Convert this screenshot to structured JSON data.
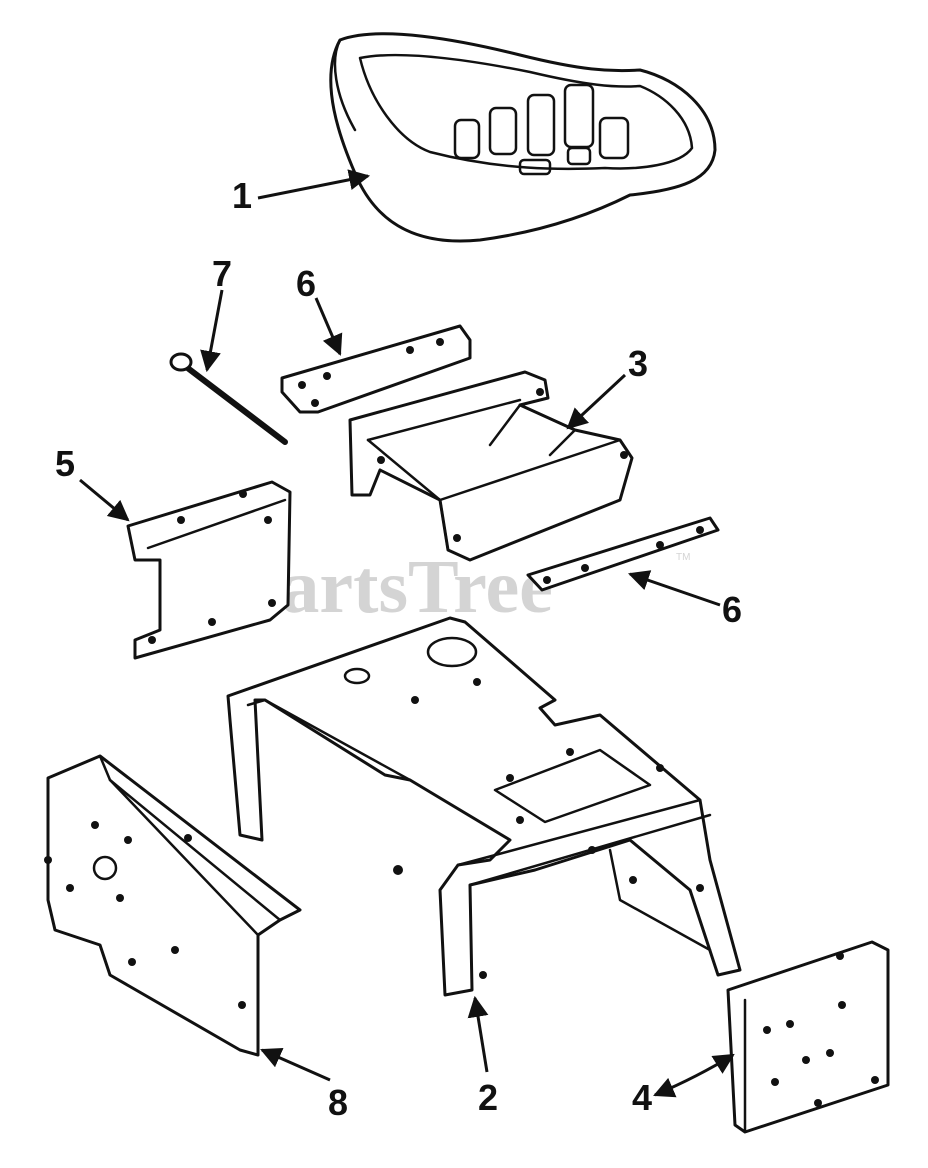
{
  "watermark": {
    "text": "PartsTree",
    "mark": "TM"
  },
  "callouts": {
    "c1": "1",
    "c2": "2",
    "c3": "3",
    "c4": "4",
    "c5": "5",
    "c6a": "6",
    "c6b": "6",
    "c7": "7",
    "c8": "8"
  },
  "colors": {
    "ink": "#111111",
    "watermark": "#d4d4d4",
    "background": "#ffffff"
  }
}
